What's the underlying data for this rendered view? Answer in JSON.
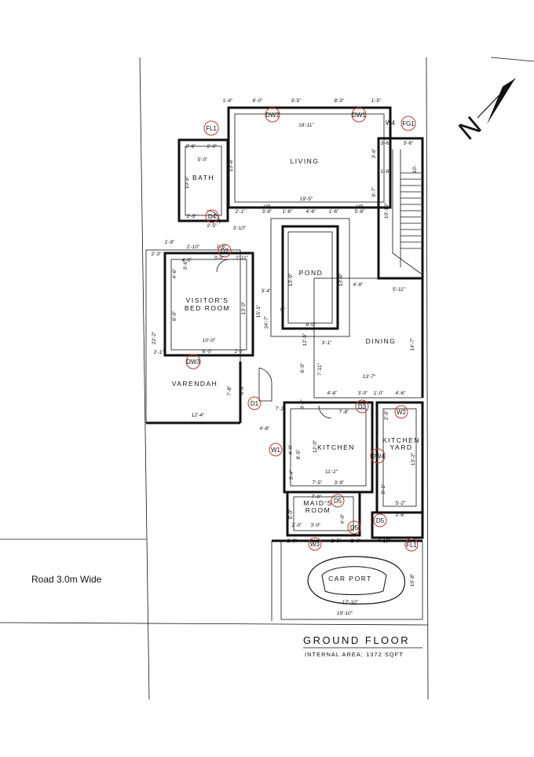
{
  "road": {
    "label": "Road 3.0m Wide"
  },
  "title": {
    "floor": "GROUND FLOOR",
    "area": "INTERNAL AREA; 1372 SQFT"
  },
  "north_label": "N",
  "rooms": {
    "living": "LIVING",
    "bath": "BATH",
    "pond": "POND",
    "visitors_bed": "VISITOR'S",
    "visitors_bed_2": "BED ROOM",
    "dining": "DINING",
    "varendah": "VARENDAH",
    "kitchen": "KITCHEN",
    "kitchen_yard": "KITCHEN",
    "kitchen_yard_2": "YARD",
    "maids": "MAID'S",
    "maids_2": "ROOM",
    "car_port": "CAR PORT"
  },
  "tags": {
    "dw2": "DW2",
    "dw1": "DW1",
    "w4": "W4",
    "fg1": "FG1",
    "fl1": "FL1",
    "d4": "D4",
    "d2": "D2",
    "dw3": "DW3",
    "d1": "D1",
    "d3": "D3",
    "w2": "W2",
    "w1": "W1",
    "dw4": "DW4",
    "d5a": "D5",
    "d5b": "D5",
    "d5c": "D5",
    "w3": "W3",
    "fl1b": "FL1"
  },
  "labels": {
    "up1": "UP",
    "up2": "UP"
  },
  "dims": {
    "t1": "1'-6\"",
    "t2": "6'-0\"",
    "t3": "3'-5\"",
    "t4": "8'-0\"",
    "t5": "1'-5\"",
    "living_w": "18'-11\"",
    "living_h": "13'-8\"",
    "living_w2": "19'-5\"",
    "bath_a": "2'-6\"",
    "bath_b": "2'-0\"",
    "bath_c": "5'-0\"",
    "bath_d": "10'-6\"",
    "bath_e": "2'-3\"",
    "bath_f": "2'-5\"",
    "bath_g": "3'-10\"",
    "r1": "2'-1\"",
    "r2": "3'-8\"",
    "r3": "1'-6\"",
    "r4": "4'-6\"",
    "r5": "1'-6\"",
    "r6": "5'-8\"",
    "st1": "3'-6\"",
    "st2": "3'-6\"",
    "st3": "3'-6\"",
    "st4": "1'-8\"",
    "st5": "6'-7\"",
    "st6": "10'-10\"",
    "st7": "10'-",
    "v1": "1'-9\"",
    "v2": "2'-3\"",
    "v3": "2'-10\"",
    "v4": "2'-6\"",
    "v5": "4'-0\"",
    "v6": "3'-0\"",
    "v7": "2'-11\"",
    "v8": "4'-6\"",
    "v9": "6'-0\"",
    "v10": "13'-0\"",
    "v11": "10'-0\"",
    "v12": "6'-0\"",
    "v13": "2'-7\"",
    "v14": "22'-2\"",
    "v15": "2'-1\"",
    "v16": "3'-6\"",
    "p1": "13'-9\"",
    "p2": "13'-9\"",
    "p3": "3'-4\"",
    "p4": "15'-1\"",
    "p5": "24'-7\"",
    "p6": "9\"",
    "p7": "6'-0\"",
    "p8": "4'-8\"",
    "p9": "5'-11\"",
    "dn1": "3'-1\"",
    "dn2": "14'-7\"",
    "dn3": "13'-7\"",
    "dn4": "7'-11\"",
    "dn5": "6'-0\"",
    "dn6": "12'-5\"",
    "va1": "7'-8\"",
    "va2": "12'-4\"",
    "va3": "6'-0\"",
    "va4": "7'-2\"",
    "va5": "4'-8\"",
    "va6": "3'-2\"",
    "k1": "4'-8\"",
    "k2": "3'-0\"",
    "k3": "1'-0\"",
    "k4": "4'-6\"",
    "k5": "7'-8\"",
    "k6": "2'-5\"",
    "k7": "11'-2\"",
    "k8": "4'-0\"",
    "k9": "8'-5\"",
    "k10": "12'-0\"",
    "k11": "13'-2\"",
    "k12": "3'-9\"",
    "k13": "7'-5\"",
    "k14": "3'-4\"",
    "k15": "5'-2\"",
    "k16": "5'-1\"",
    "m1": "7'-0\"",
    "m2": "5'-0\"",
    "m3": "2'-0\"",
    "m4": "3'-0\"",
    "m5": "4'-0\"",
    "m6": "2'-6\"",
    "c1": "2'-9\"",
    "c2": "2'-5\"",
    "c3": "2'-6\"",
    "c4": "4'-10\"",
    "c5": "17'-10\"",
    "c6": "10'-8\"",
    "c7": "19'-10\""
  }
}
